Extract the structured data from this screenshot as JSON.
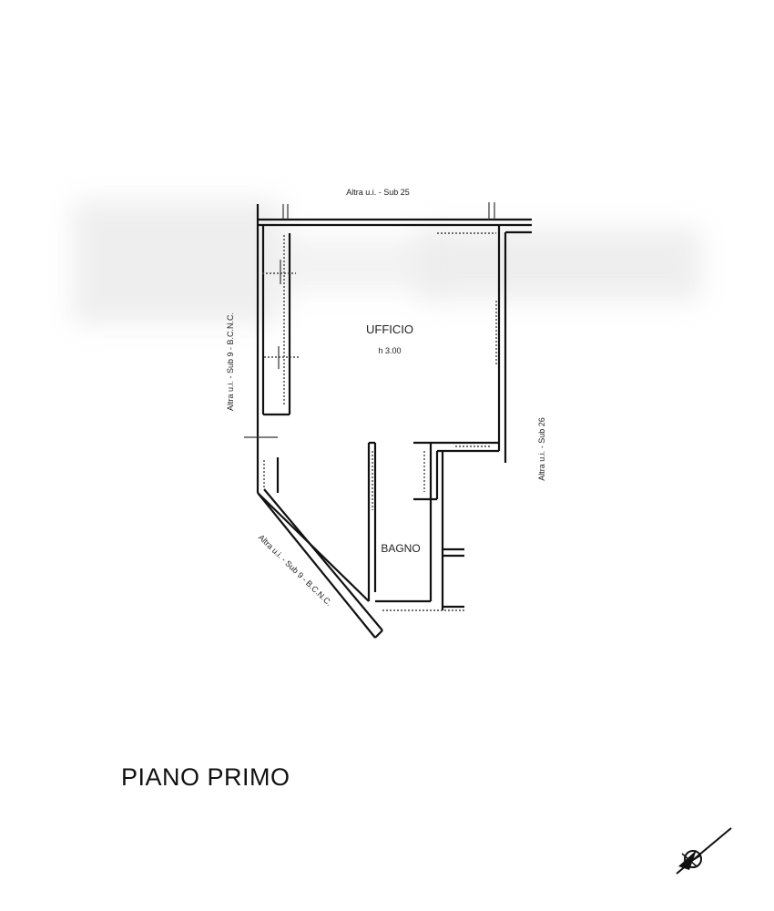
{
  "floor_title": "PIANO PRIMO",
  "rooms": {
    "office_name": "UFFICIO",
    "office_height": "h 3.00",
    "bath_name": "BAGNO"
  },
  "boundaries": {
    "top": "Altra u.i. - Sub 25",
    "left": "Altra u.i. - Sub 9 - B.C.N.C.",
    "right": "Altra u.i. - Sub 26",
    "diagonal": "Altra u.i. - Sub 9 - B.C.N.C."
  },
  "colors": {
    "lines": "#111111",
    "smudge": "#e9e9e9",
    "background": "#ffffff"
  },
  "icons": {
    "north_arrow": "north-arrow-icon"
  }
}
